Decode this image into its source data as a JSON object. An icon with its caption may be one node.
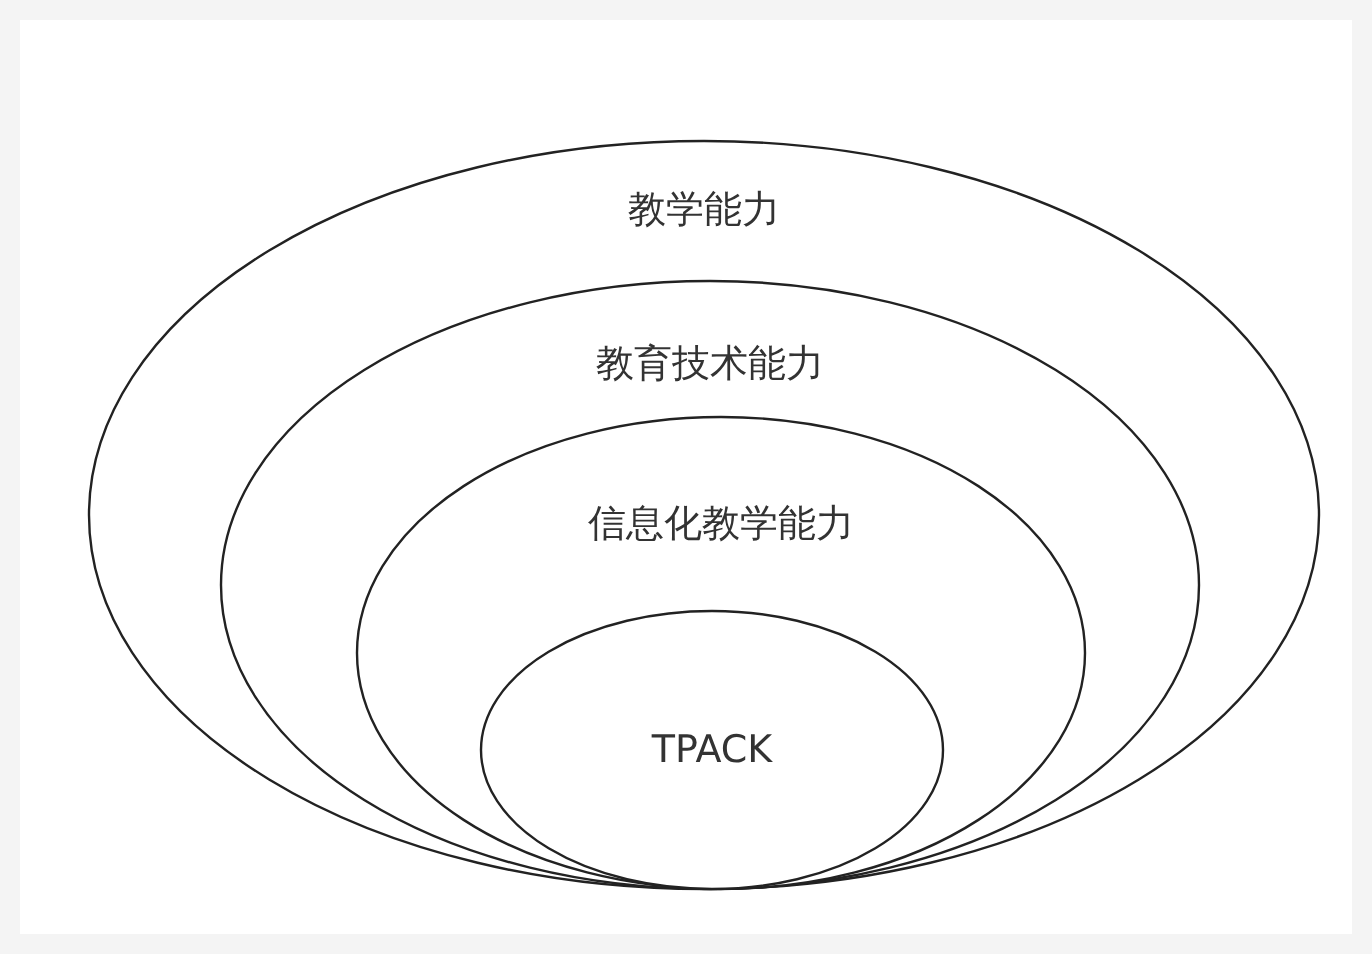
{
  "diagram": {
    "nodes": [
      {
        "text": [
          "教学能力"
        ]
      },
      {
        "text": [
          "教育技术能力"
        ],
        "in": 0
      },
      {
        "text": [
          "信息化教学能力"
        ],
        "in": 1
      },
      {
        "text": [
          "TPACK"
        ],
        "in": 2
      }
    ]
  }
}
